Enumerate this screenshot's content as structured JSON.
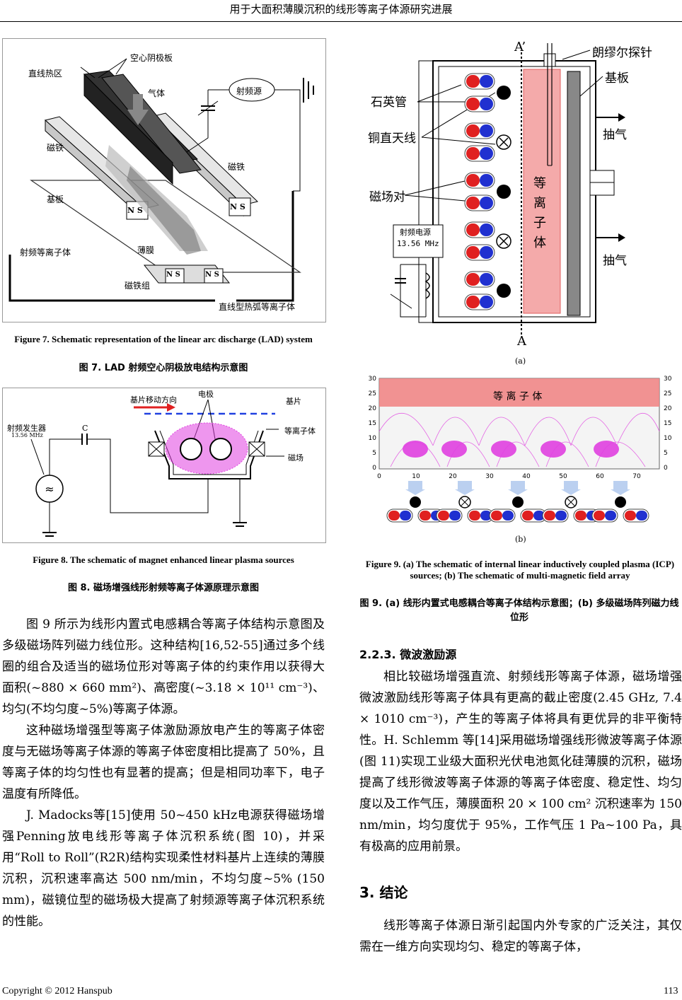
{
  "header": {
    "title": "用于大面积薄膜沉积的线形等离子体源研究进展"
  },
  "fig7": {
    "labels": {
      "hot_zone": "直线热区",
      "hollow_cathode": "空心阴极板",
      "gas": "气体",
      "rf_source": "射频源",
      "magnet_left": "磁铁",
      "magnet_right": "磁铁",
      "substrate": "基板",
      "rf_plasma": "射频等离子体",
      "film": "薄膜",
      "magnet_group": "磁铁组",
      "linear_arc": "直线型热弧等离子体",
      "ns": "N S"
    },
    "caption_en": "Figure 7. Schematic representation of the linear arc discharge (LAD) system",
    "caption_cn": "图 7. LAD 射频空心阴极放电结构示意图"
  },
  "fig8": {
    "labels": {
      "move_dir": "基片移动方向",
      "electrode": "电极",
      "substrate": "基片",
      "rf_gen": "射频发生器",
      "rf_freq": "13.56 MHz",
      "cap": "C",
      "plasma": "等离子体",
      "magnet": "磁场"
    },
    "caption_en": "Figure 8. The schematic of magnet enhanced linear plasma sources",
    "caption_cn": "图 8.  磁场增强线形射频等离子体源原理示意图"
  },
  "fig9": {
    "labels": {
      "a_prime": "A’",
      "a": "A",
      "langmuir": "朗缪尔探针",
      "substrate": "基板",
      "quartz": "石英管",
      "copper": "铜直天线",
      "pump1": "抽气",
      "pump2": "抽气",
      "magnet_pair": "磁场对",
      "plasma_vertical": "等离子体",
      "rf_power": "射频电源",
      "rf_freq": "13.56 MHz",
      "sub_a": "(a)",
      "plasma_b": "等 离 子 体",
      "sub_b": "(b)"
    },
    "axis_y": [
      "30",
      "25",
      "20",
      "15",
      "10",
      "5",
      "0"
    ],
    "axis_x": [
      "0",
      "10",
      "20",
      "30",
      "40",
      "50",
      "60",
      "70"
    ],
    "caption_en": "Figure 9. (a) The schematic of internal linear inductively coupled plasma (ICP) sources; (b) The schematic of multi-magnetic field array",
    "caption_cn": "图 9. (a)  线形内置式电感耦合等离子体结构示意图；(b)  多级磁场阵列磁力线位形"
  },
  "left_text": {
    "p1": "图 9 所示为线形内置式电感耦合等离子体结构示意图及多级磁场阵列磁力线位形。这种结构[16,52-55]通过多个线圈的组合及适当的磁场位形对等离子体的约束作用以获得大面积(~880 × 660 mm²)、高密度(~3.18 × 10¹¹ cm⁻³)、均匀(不均匀度~5%)等离子体源。",
    "p2": "这种磁场增强型等离子体激励源放电产生的等离子体密度与无磁场等离子体源的等离子体密度相比提高了 50%，且等离子体的均匀性也有显著的提高；但是相同功率下，电子温度有所降低。",
    "p3": "J. Madocks等[15]使用 50~450 kHz电源获得磁场增强Penning放电线形等离子体沉积系统(图 10)，并采用“Roll to Roll”(R2R)结构实现柔性材料基片上连续的薄膜沉积，沉积速率高达 500 nm/min，不均匀度~5% (150 mm)，磁镜位型的磁场极大提高了射频源等离子体沉积系统的性能。"
  },
  "right_text": {
    "section": "2.2.3.  微波激励源",
    "p1": "相比较磁场增强直流、射频线形等离子体源，磁场增强微波激励线形等离子体具有更高的截止密度(2.45 GHz, 7.4 × 1010 cm⁻³)，产生的等离子体将具有更优异的非平衡特性。H. Schlemm 等[14]采用磁场增强线形微波等离子体源(图 11)实现工业级大面积光伏电池氮化硅薄膜的沉积，磁场提高了线形微波等离子体源的等离子体密度、稳定性、均匀度以及工作气压，薄膜面积 20 × 100 cm² 沉积速率为 150 nm/min，均匀度优于 95%，工作气压 1 Pa~100 Pa，具有极高的应用前景。",
    "heading": "3.  结论",
    "p2": "线形等离子体源日渐引起国内外专家的广泛关注，其仅需在一维方向实现均匀、稳定的等离子体，"
  },
  "footer": {
    "copyright": "Copyright © 2012 Hanspub",
    "page": "113"
  },
  "colors": {
    "plasma_pink": "#f4aaaa",
    "magenta": "#e040e0",
    "magnet_red": "#e02020",
    "magnet_blue": "#2030d0",
    "arrow_red": "#e02020",
    "dash_blue": "#2040e0"
  }
}
